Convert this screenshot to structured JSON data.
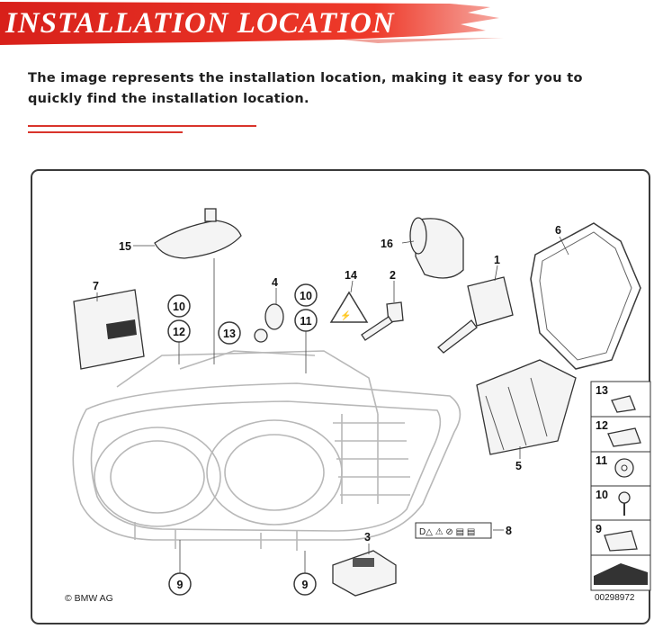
{
  "banner": {
    "title": "INSTALLATION LOCATION"
  },
  "intro": {
    "line1": "The image represents the installation location, making it easy for you to",
    "line2": "quickly find the installation location."
  },
  "diagram": {
    "labels": {
      "p15": "15",
      "p16": "16",
      "p6": "6",
      "p7": "7",
      "p4": "4",
      "p14": "14",
      "p2": "2",
      "p1": "1",
      "p5": "5",
      "p3": "3",
      "p8": "8"
    },
    "circles": {
      "c10a": "10",
      "c12": "12",
      "c13": "13",
      "c10b": "10",
      "c11": "11",
      "c9a": "9",
      "c9b": "9"
    },
    "side_labels": {
      "s13": "13",
      "s12": "12",
      "s11": "11",
      "s10": "10",
      "s9": "9"
    },
    "copyright": "© BMW AG",
    "code": "00298972",
    "legend_symbols": "D△ ⚠ ⊘ ▤ ▤"
  },
  "colors": {
    "accent": "#d9342b",
    "banner": "#e8261f",
    "frame": "#3a3a3a"
  }
}
